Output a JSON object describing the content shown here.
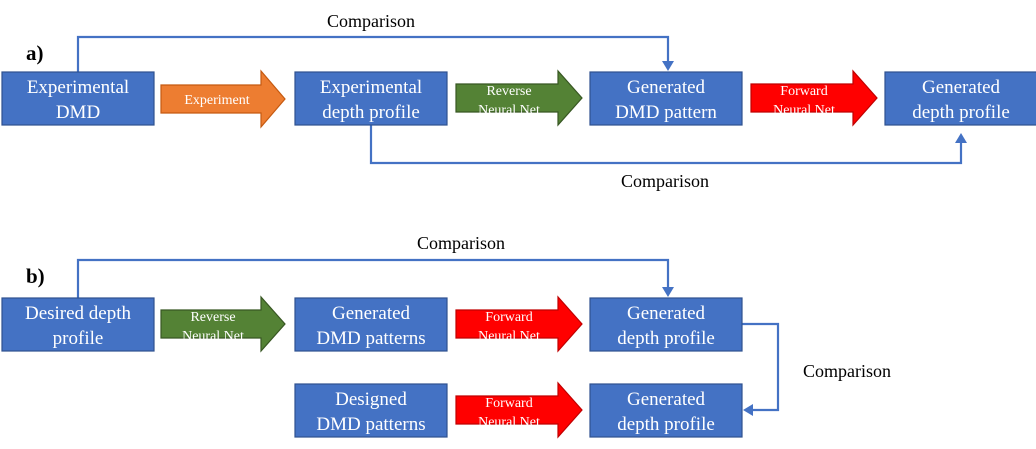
{
  "section_a": {
    "label": "a)",
    "boxes": {
      "experimental_dmd": [
        "Experimental",
        "DMD"
      ],
      "experimental_depth_profile": [
        "Experimental",
        "depth profile"
      ],
      "generated_dmd_pattern": [
        "Generated",
        "DMD pattern"
      ],
      "generated_depth_profile": [
        "Generated",
        "depth profile"
      ]
    },
    "arrows": {
      "experiment": [
        "Experiment"
      ],
      "reverse_nn": [
        "Reverse",
        "Neural Net"
      ],
      "forward_nn": [
        "Forward",
        "Neural Net"
      ]
    },
    "comparison_top": "Comparison",
    "comparison_bottom": "Comparison"
  },
  "section_b": {
    "label": "b)",
    "boxes": {
      "desired_depth_profile": [
        "Desired depth",
        "profile"
      ],
      "generated_dmd_patterns": [
        "Generated",
        "DMD patterns"
      ],
      "generated_depth_profile_1": [
        "Generated",
        "depth profile"
      ],
      "designed_dmd_patterns": [
        "Designed",
        "DMD patterns"
      ],
      "generated_depth_profile_2": [
        "Generated",
        "depth profile"
      ]
    },
    "arrows": {
      "reverse_nn": [
        "Reverse",
        "Neural Net"
      ],
      "forward_nn_1": [
        "Forward",
        "Neural Net"
      ],
      "forward_nn_2": [
        "Forward",
        "Neural Net"
      ]
    },
    "comparison_top": "Comparison",
    "comparison_right": "Comparison"
  },
  "colors": {
    "box": "#4472C4",
    "connector": "#4472C4",
    "experiment_arrow": "#ED7D31",
    "reverse_arrow": "#548235",
    "forward_arrow": "#FF0000"
  }
}
